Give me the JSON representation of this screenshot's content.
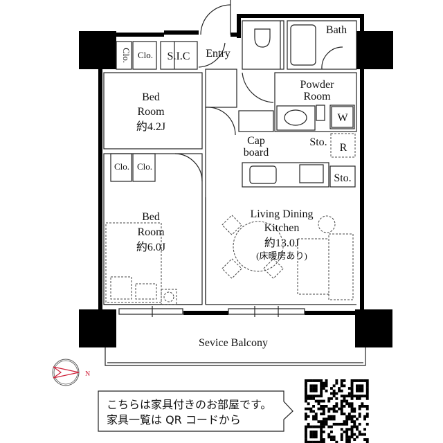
{
  "rooms": {
    "clo_1": "Clo.",
    "clo_2": "Clo.",
    "sic": "S.I.C",
    "entry": "Entry",
    "bath": "Bath",
    "powder_room": [
      "Powder",
      "Room"
    ],
    "washer": "W",
    "storage_1": "Sto.",
    "refrigerator": "R",
    "cupboard": [
      "Cap",
      "board"
    ],
    "bedroom_1": {
      "name": [
        "Bed",
        "Room"
      ],
      "size": "約4.2J"
    },
    "clo_3": "Clo.",
    "clo_4": "Clo.",
    "storage_2": "Sto.",
    "bedroom_2": {
      "name": [
        "Bed",
        "Room"
      ],
      "size": "約6.0J"
    },
    "ldk": {
      "name": [
        "Living Dining",
        "Kitchen"
      ],
      "size": "約13.0J",
      "note": "(床暖房あり)"
    },
    "balcony": "Sevice Balcony"
  },
  "compass": {
    "label": "N",
    "color": "#d0213a"
  },
  "notice": {
    "lines": [
      "こちらは家具付きのお部屋です。",
      "家具一覧は QR コードから"
    ]
  },
  "qr_code": {
    "icon": "qr-code"
  }
}
